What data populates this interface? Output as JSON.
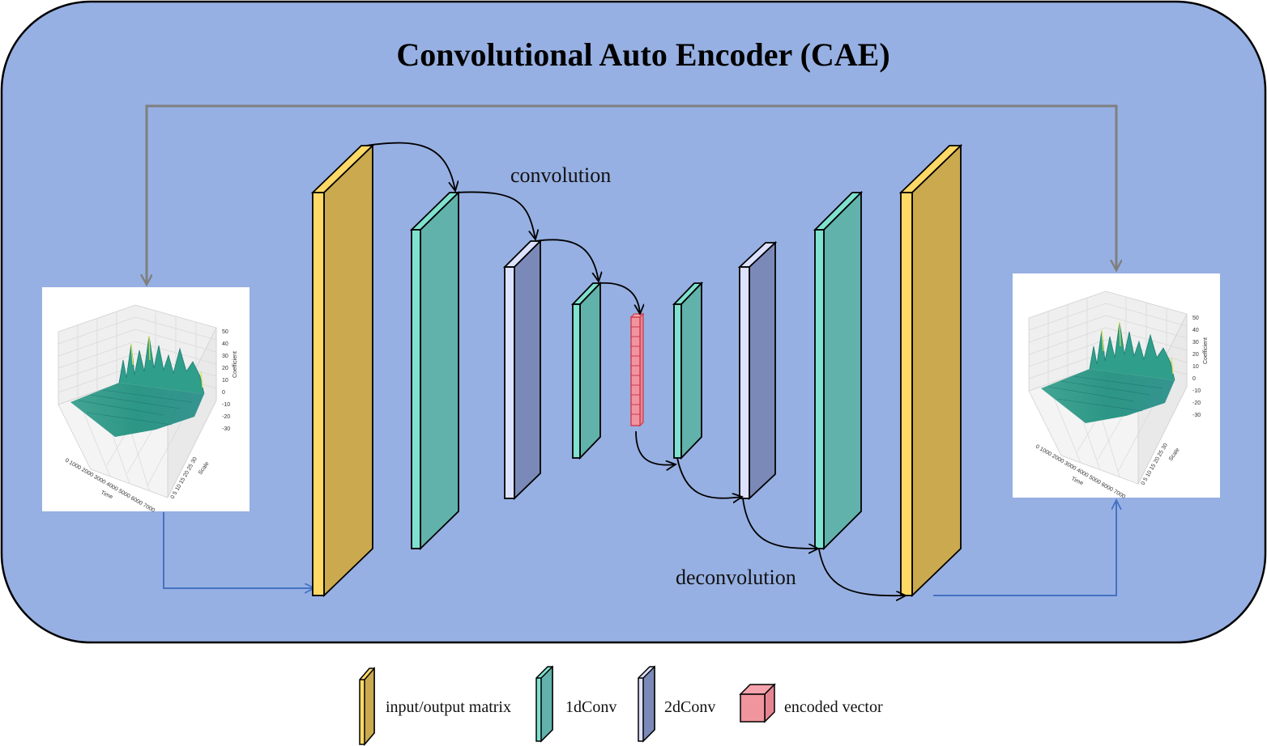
{
  "title": "Convolutional Auto Encoder (CAE)",
  "annotations": {
    "convolution": "convolution",
    "deconvolution": "deconvolution"
  },
  "legend": [
    {
      "key": "matrix",
      "label": "input/output matrix"
    },
    {
      "key": "conv1d",
      "label": "1dConv"
    },
    {
      "key": "conv2d",
      "label": "2dConv"
    },
    {
      "key": "encoded",
      "label": "encoded vector"
    }
  ],
  "surface_plot": {
    "axis_z_label": "Coefficient",
    "axis_x_label": "Time",
    "axis_y_label": "Scale",
    "z_ticks": [
      "50",
      "40",
      "30",
      "20",
      "10",
      "0",
      "-10",
      "-20",
      "-30"
    ],
    "x_ticks": [
      "0",
      "1000",
      "2000",
      "3000",
      "4000",
      "5000",
      "6000",
      "7000"
    ],
    "y_ticks": [
      "0",
      "5",
      "10",
      "15",
      "20",
      "25",
      "30"
    ]
  },
  "colors": {
    "background": "#97B0E3",
    "matrix_front": "#CBA94F",
    "matrix_side": "#FFD966",
    "conv1d_front": "#62B2AC",
    "conv1d_side": "#7FE1CF",
    "conv2d_front": "#7A89B8",
    "conv2d_side": "#DCE1FF",
    "encoded": "#F0959E",
    "gray_arrow": "#7F7F7F",
    "blue_arrow": "#4472C4"
  }
}
